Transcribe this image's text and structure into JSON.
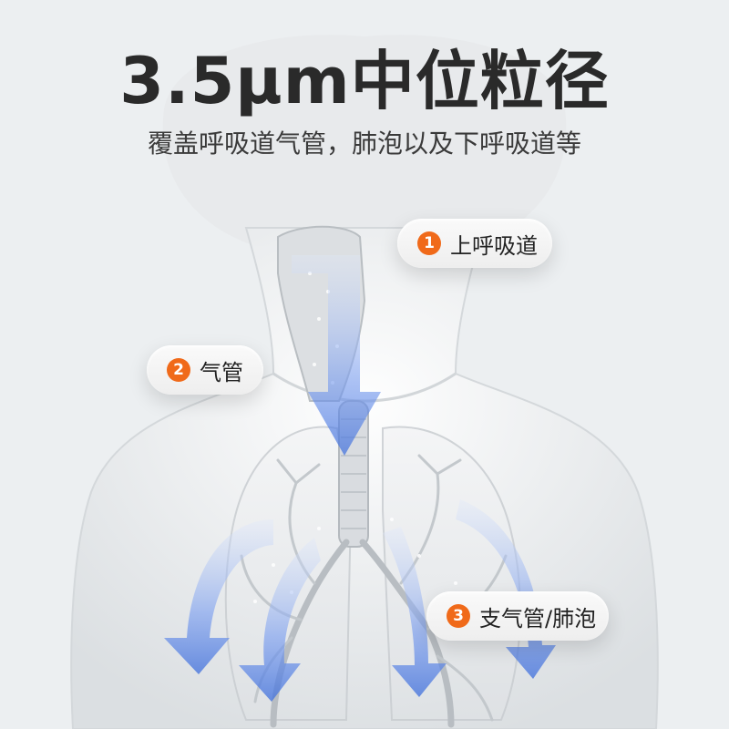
{
  "title": "3.5μm中位粒径",
  "subtitle": "覆盖呼吸道气管，肺泡以及下呼吸道等",
  "labels": [
    {
      "number": "1",
      "text": "上呼吸道"
    },
    {
      "number": "2",
      "text": "气管"
    },
    {
      "number": "3",
      "text": "支气管/肺泡"
    }
  ],
  "colors": {
    "accent": "#f06a1a",
    "arrow": "#4f7fe0",
    "background": "#eceff1",
    "title": "#2a2a2a"
  }
}
